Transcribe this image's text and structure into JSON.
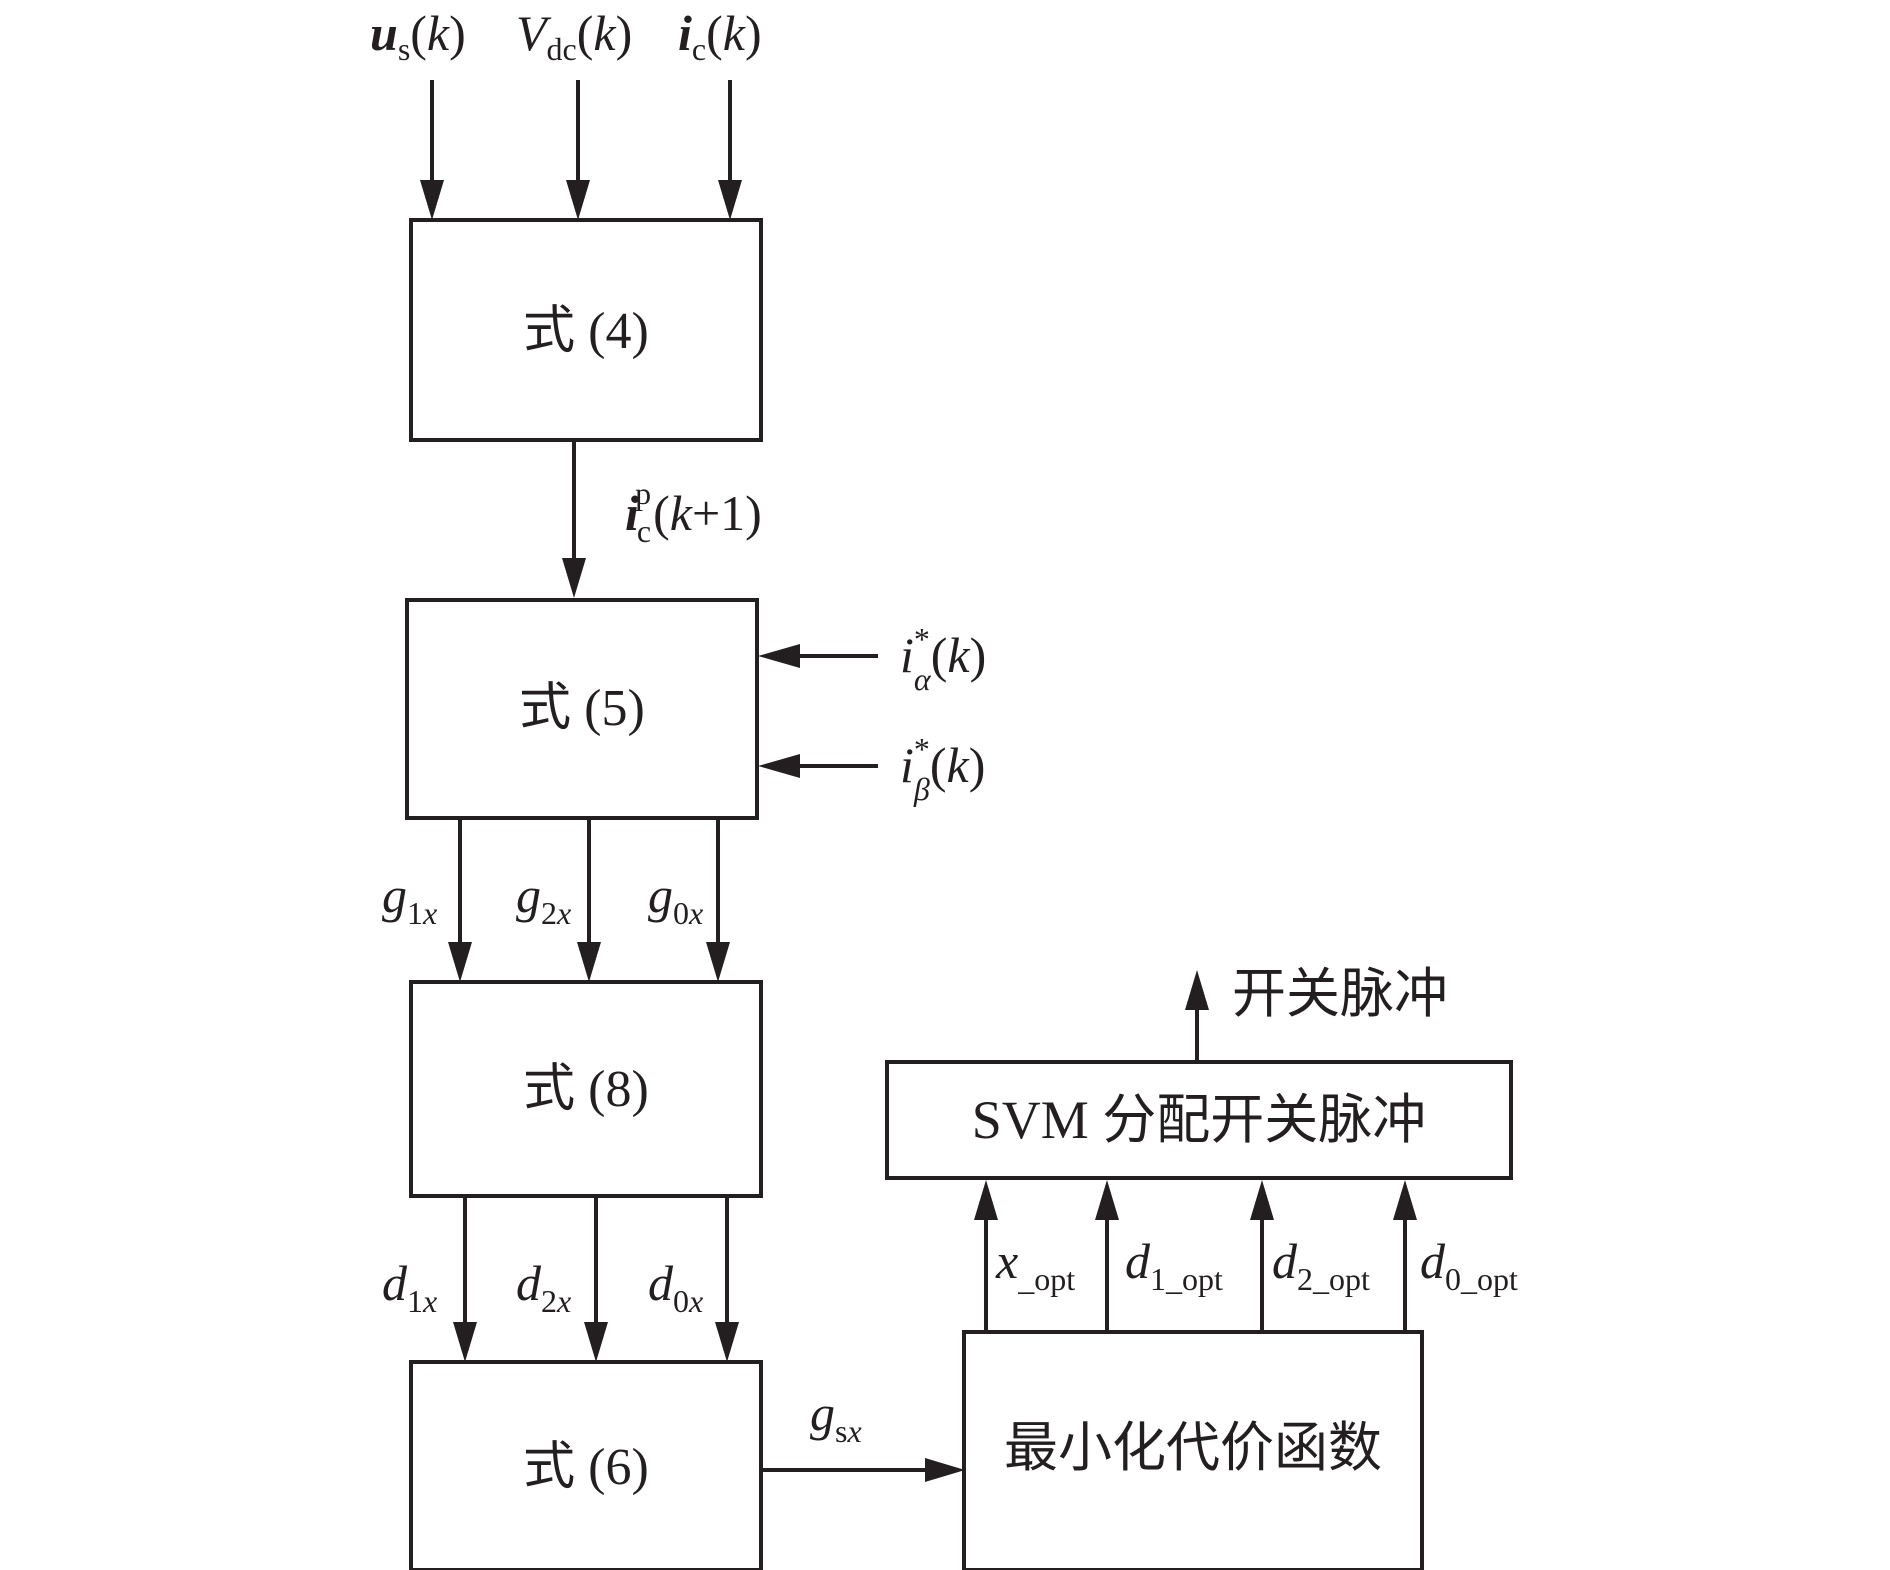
{
  "blocks": {
    "eq4": "式 (4)",
    "eq5": "式 (5)",
    "eq8": "式 (8)",
    "eq6": "式 (6)",
    "min_cost": "最小化代价函数",
    "svm": "SVM 分配开关脉冲"
  },
  "inputs": {
    "us": {
      "sym": "u",
      "sub": "s",
      "arg": "(k)"
    },
    "vdc": {
      "sym": "V",
      "sub": "dc",
      "arg": "(k)"
    },
    "ic": {
      "sym": "i",
      "sub": "c",
      "arg": "(k)"
    }
  },
  "pred": {
    "sym": "i",
    "sub": "c",
    "sup": "p",
    "arg_open": "(",
    "arg_k": "k",
    "arg_rest": "+1)"
  },
  "refs": {
    "alpha": {
      "sym": "i",
      "sup": "*",
      "sub": "α",
      "arg": "(k)"
    },
    "beta": {
      "sym": "i",
      "sup": "*",
      "sub": "β",
      "arg": "(k)"
    }
  },
  "g_signals": [
    {
      "sym": "g",
      "num": "1",
      "x": "x"
    },
    {
      "sym": "g",
      "num": "2",
      "x": "x"
    },
    {
      "sym": "g",
      "num": "0",
      "x": "x"
    }
  ],
  "d_signals": [
    {
      "sym": "d",
      "num": "1",
      "x": "x"
    },
    {
      "sym": "d",
      "num": "2",
      "x": "x"
    },
    {
      "sym": "d",
      "num": "0",
      "x": "x"
    }
  ],
  "gsx": {
    "sym": "g",
    "sub_s": "s",
    "sub_x": "x"
  },
  "opt_signals": [
    {
      "sym": "x",
      "sub": "_opt"
    },
    {
      "sym": "d",
      "sub": "1_opt"
    },
    {
      "sym": "d",
      "sub": "2_opt"
    },
    {
      "sym": "d",
      "sub": "0_opt"
    }
  ],
  "output": "开关脉冲"
}
